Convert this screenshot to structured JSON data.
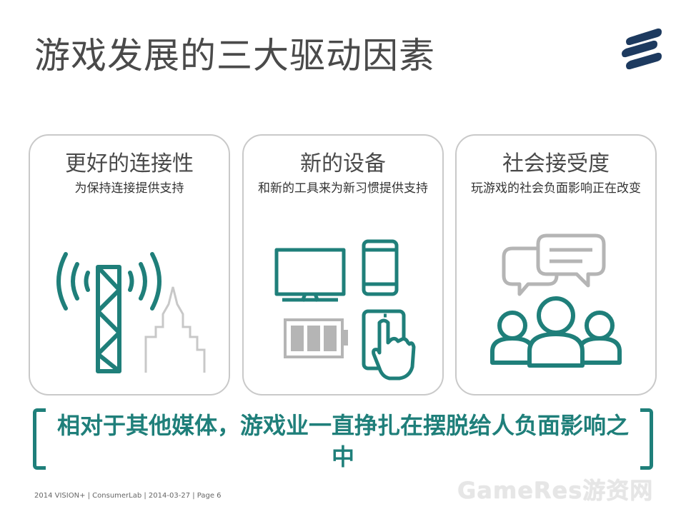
{
  "title": "游戏发展的三大驱动因素",
  "brand": {
    "logo_icon": "ericsson-logo-icon",
    "color": "#1d3a5f"
  },
  "cards": [
    {
      "title": "更好的连接性",
      "subtitle": "为保持连接提供支持",
      "icon": "cell-tower-icon"
    },
    {
      "title": "新的设备",
      "subtitle": "和新的工具来为新习惯提供支持",
      "icon": "devices-icon"
    },
    {
      "title": "社会接受度",
      "subtitle": "玩游戏的社会负面影响正在改变",
      "icon": "people-chat-icon"
    }
  ],
  "quote": "相对于其他媒体，游戏业一直挣扎在摆脱给人负面影响之中",
  "footer": "2014 VISION+ | ConsumerLab | 2014-03-27 | Page 6",
  "watermark": "GameRes游资网",
  "colors": {
    "accent": "#1f7f7a",
    "card_border": "#c9c9c9",
    "icon_gray": "#b5b5b5"
  }
}
